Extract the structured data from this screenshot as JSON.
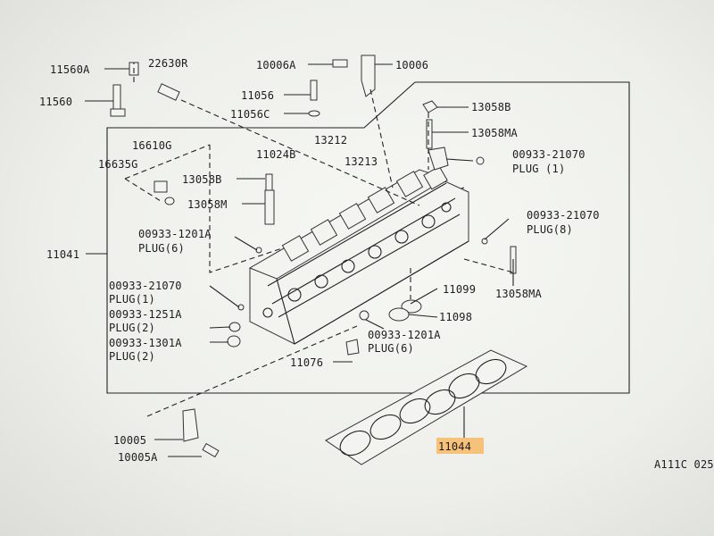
{
  "labels": {
    "p11560A": "11560A",
    "p22630R": "22630R",
    "p11560": "11560",
    "p10006A": "10006A",
    "p10006": "10006",
    "p11056": "11056",
    "p11056C": "11056C",
    "p13058B_top": "13058B",
    "p13058MA_top": "13058MA",
    "p16610G": "16610G",
    "p16635G": "16635G",
    "p11024B": "11024B",
    "p13212": "13212",
    "p13213": "13213",
    "p13058B_left": "13058B",
    "p13058M": "13058M",
    "p00933_21070_a": "00933-21070",
    "plug1_a": "PLUG (1)",
    "p00933_21070_b": "00933-21070",
    "plug8": "PLUG(8)",
    "p00933_1201A_a": "00933-1201A",
    "plug6_a": "PLUG(6)",
    "p11041": "11041",
    "p00933_21070_c": "00933-21070",
    "plug1_b": "PLUG(1)",
    "p00933_1251A": "00933-1251A",
    "plug2_a": "PLUG(2)",
    "p00933_1301A": "00933-1301A",
    "plug2_b": "PLUG(2)",
    "p11099": "11099",
    "p11098": "11098",
    "p13058MA_right": "13058MA",
    "p00933_1201A_b": "00933-1201A",
    "plug6_b": "PLUG(6)",
    "p11076": "11076",
    "p10005": "10005",
    "p10005A": "10005A",
    "p11044": "11044",
    "figure_code": "A111C 025"
  },
  "colors": {
    "highlight": "#f6c178",
    "ink": "#1c1c1c",
    "background": "#f4f5f1"
  }
}
